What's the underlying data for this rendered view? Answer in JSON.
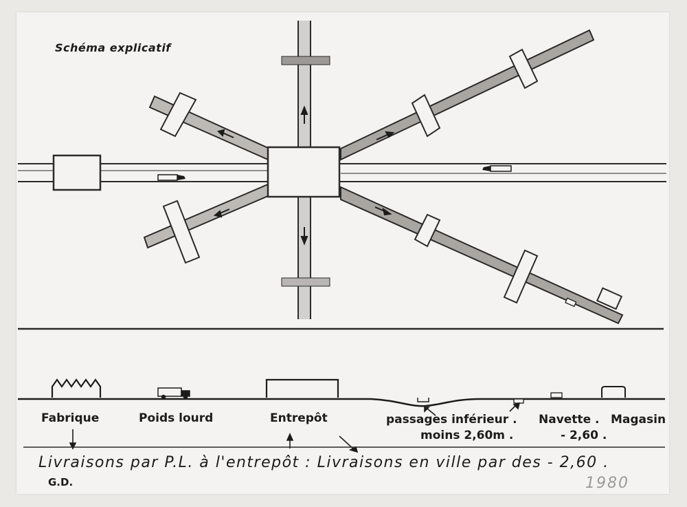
{
  "diagram": {
    "title": "Schéma explicatif",
    "labels": {
      "fabrique": "Fabrique",
      "poids_lourd": "Poids lourd",
      "entrepot": "Entrepôt",
      "passages": "passages inférieur .",
      "moins": "moins 2,60m .",
      "navette": "Navette .",
      "navette_val": "- 2,60 .",
      "magasin": "Magasin"
    },
    "caption": "Livraisons par P.L. à l'entrepôt : Livraisons en ville par des - 2,60 .",
    "initials": "G.D.",
    "year": "1980"
  }
}
